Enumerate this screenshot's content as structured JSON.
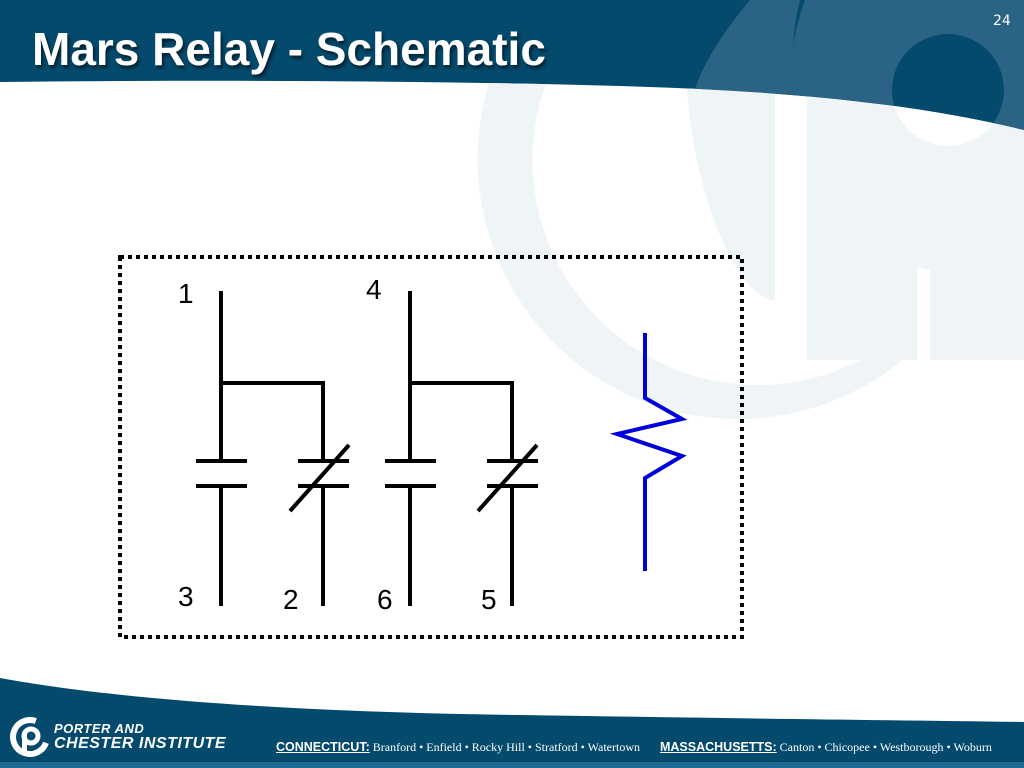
{
  "slide": {
    "title": "Mars Relay - Schematic",
    "number": "24"
  },
  "colors": {
    "header_dark": "#044a6d",
    "header_mid": "#2b6385",
    "watermark": "#eff4f7",
    "coil_blue": "#0000dd",
    "wire_black": "#000000"
  },
  "schematic": {
    "terminals": {
      "t1": "1",
      "t4": "4",
      "t3": "3",
      "t2": "2",
      "t6": "6",
      "t5": "5"
    },
    "contacts": [
      {
        "id": "1-3",
        "type": "normally-open"
      },
      {
        "id": "1-2",
        "type": "normally-closed"
      },
      {
        "id": "4-6",
        "type": "normally-open"
      },
      {
        "id": "4-5",
        "type": "normally-closed"
      }
    ],
    "coil": {
      "symbol": "zigzag-coil",
      "color": "blue"
    }
  },
  "footer": {
    "brand_line1": "PORTER AND",
    "brand_line2": "CHESTER INSTITUTE",
    "ct_label": "CONNECTICUT:",
    "ct_locations": "Branford • Enfield • Rocky Hill • Stratford • Watertown",
    "ma_label": "MASSACHUSETTS:",
    "ma_locations": "Canton • Chicopee • Westborough • Woburn"
  }
}
